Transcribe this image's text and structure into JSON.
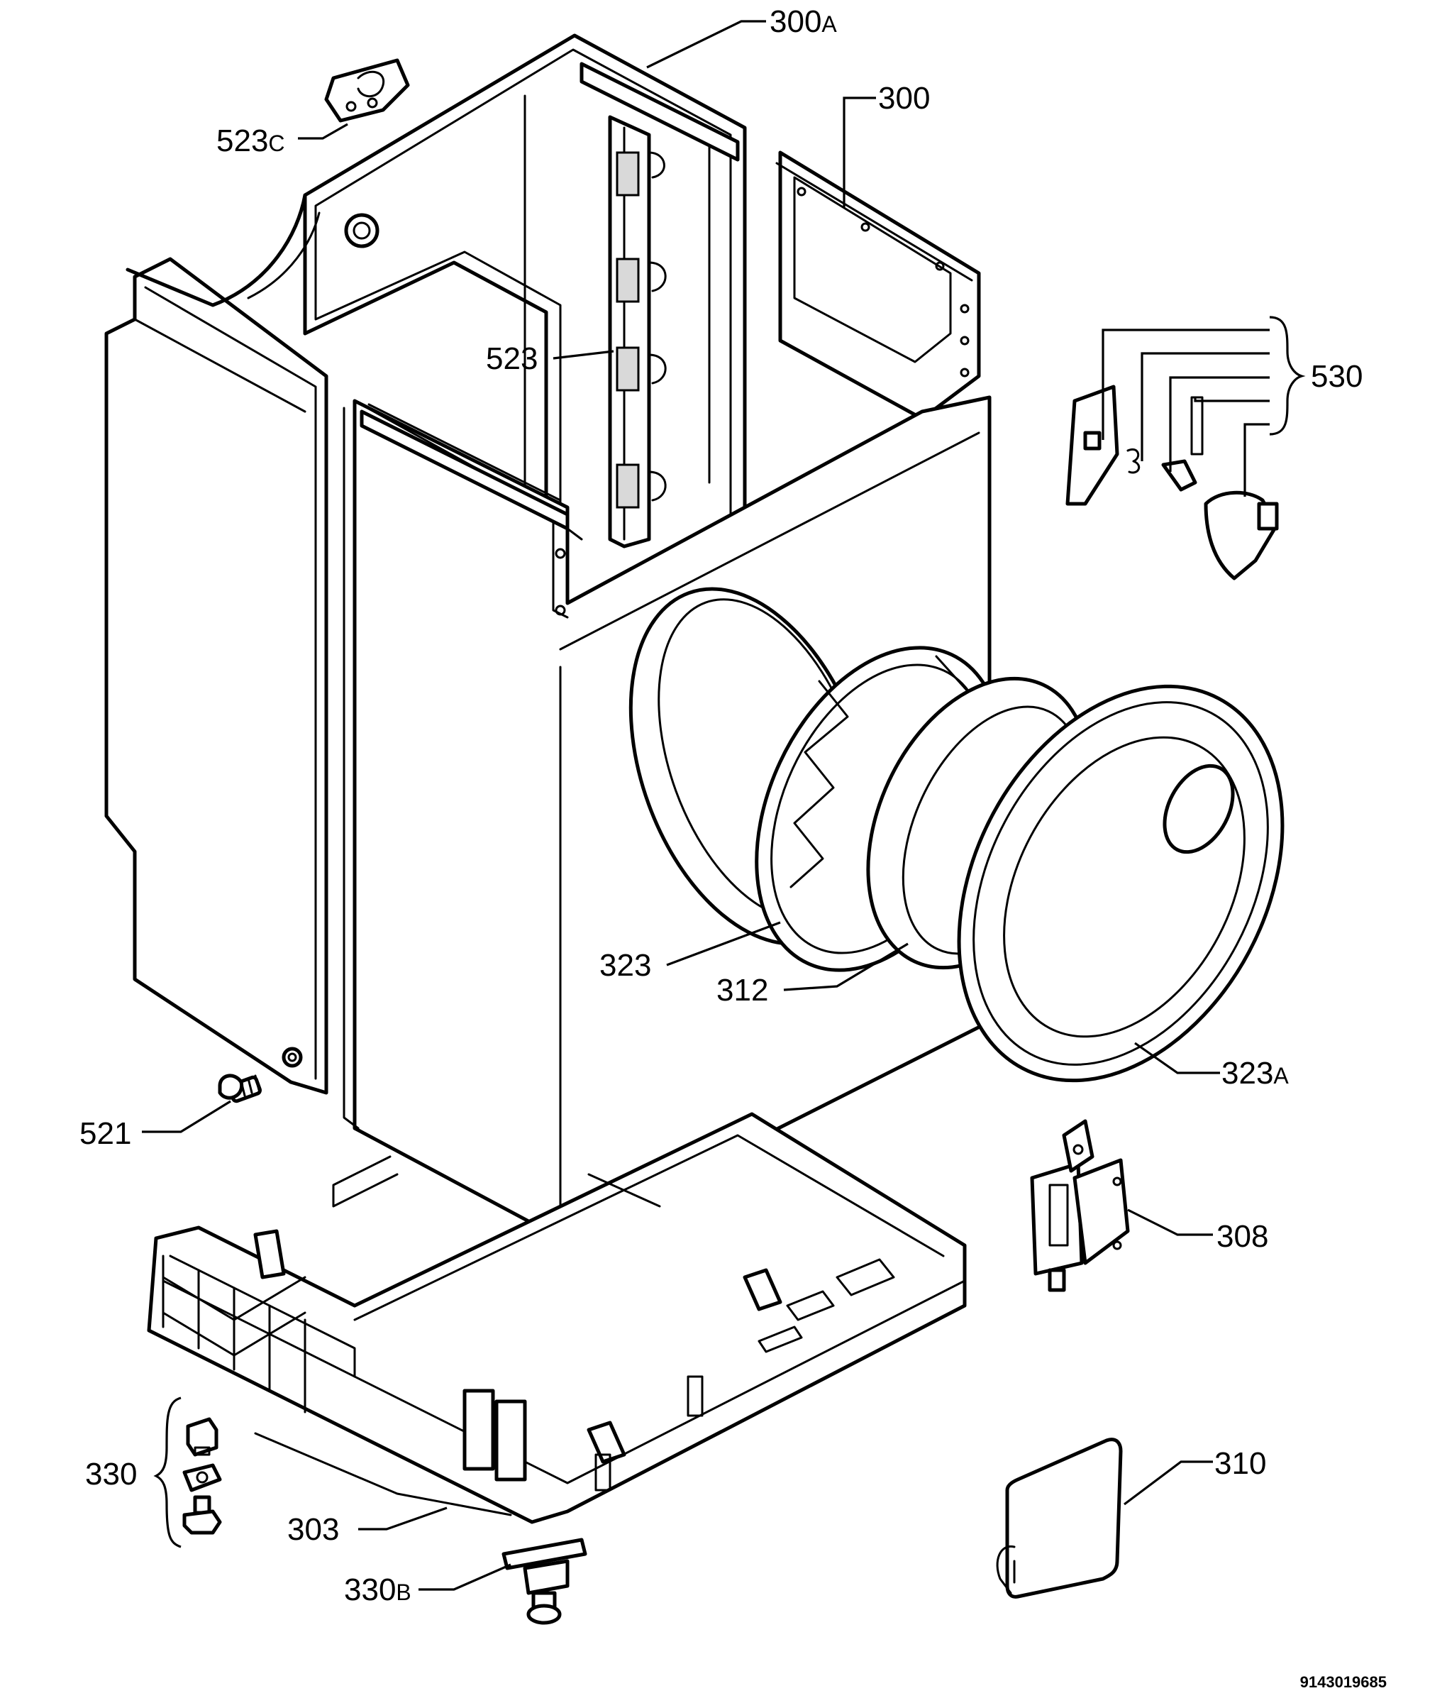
{
  "labels": {
    "l300a": {
      "main": "300",
      "sub": "A"
    },
    "l300": {
      "main": "300",
      "sub": ""
    },
    "l523c": {
      "main": "523",
      "sub": "C"
    },
    "l523": {
      "main": "523",
      "sub": ""
    },
    "l530": {
      "main": "530",
      "sub": ""
    },
    "l323": {
      "main": "323",
      "sub": ""
    },
    "l312": {
      "main": "312",
      "sub": ""
    },
    "l323a": {
      "main": "323",
      "sub": "A"
    },
    "l521": {
      "main": "521",
      "sub": ""
    },
    "l308": {
      "main": "308",
      "sub": ""
    },
    "l330": {
      "main": "330",
      "sub": ""
    },
    "l303": {
      "main": "303",
      "sub": ""
    },
    "l330b": {
      "main": "330",
      "sub": "B"
    },
    "l310": {
      "main": "310",
      "sub": ""
    }
  },
  "drawing_code": "9143019685"
}
